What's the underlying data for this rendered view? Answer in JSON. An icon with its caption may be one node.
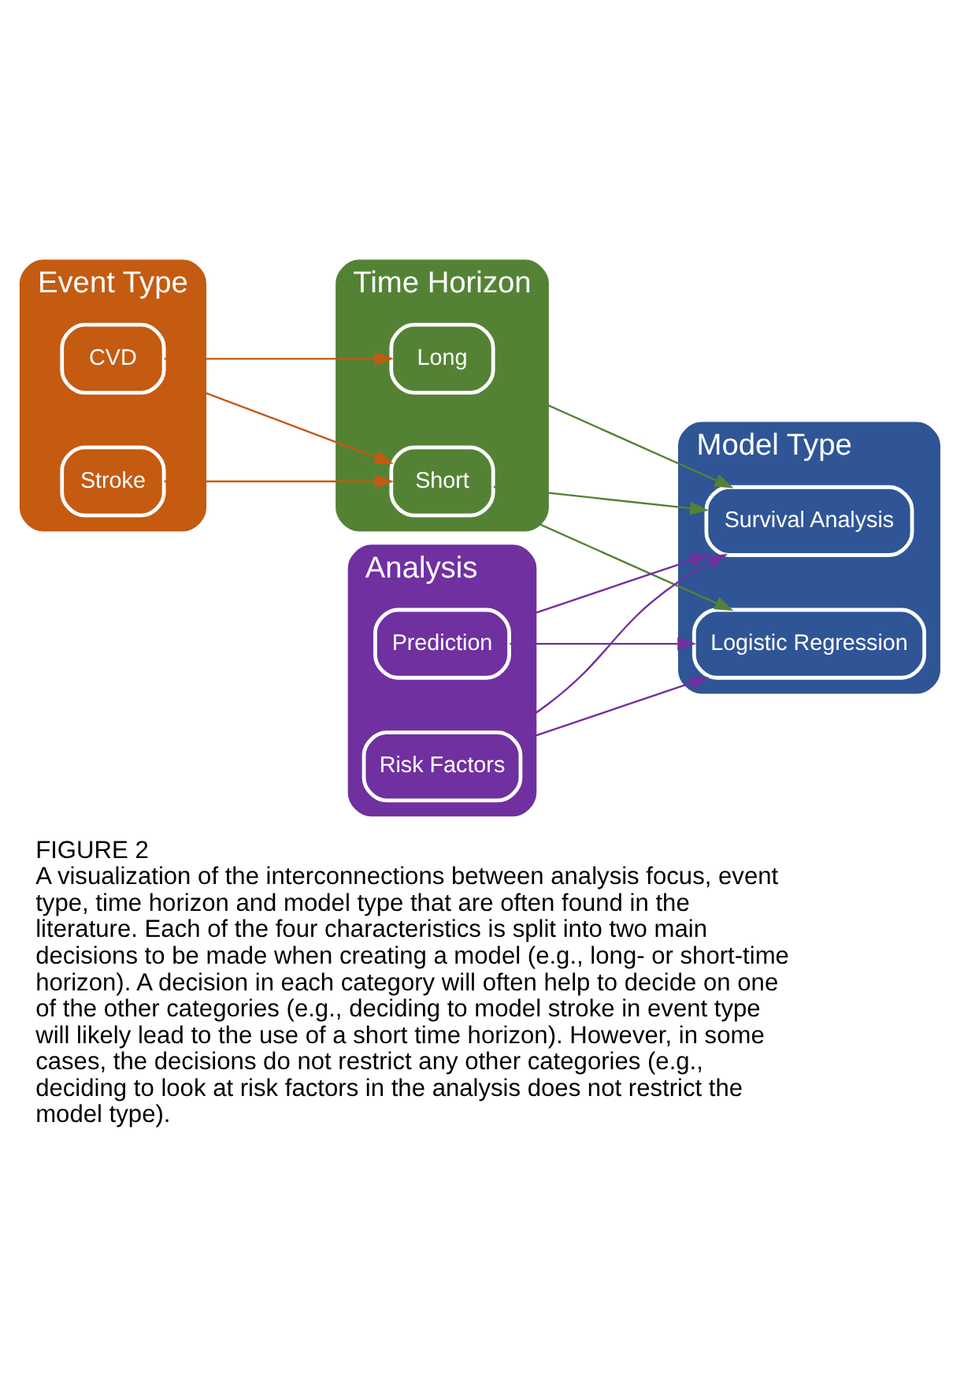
{
  "diagram": {
    "title": "FIGURE 2",
    "caption": "A visualization of the interconnections between analysis focus, event type, time horizon and model type that are often found in the literature. Each of the four characteristics is split into two main decisions to be made when creating a model (e.g., long- or short-time horizon). A decision in each category will often help to decide on one of the other categories (e.g., deciding to model stroke in event type will likely lead to the use of a short time horizon). However, in some cases, the decisions do not restrict any other categories (e.g., deciding to look at risk factors in the analysis does not restrict the model type).",
    "nodes": [
      {
        "text": [
          "Model Type"
        ]
      },
      {
        "text": [
          "Survival Analysis"
        ],
        "in": 0
      },
      {
        "text": [
          "Logistic Regression"
        ],
        "in": 0
      },
      {
        "text": [
          "Time Horizon"
        ]
      },
      {
        "text": [
          "Long"
        ],
        "in": 3
      },
      {
        "text": [
          "Short"
        ],
        "in": 3
      },
      {
        "text": [
          "Event Type"
        ]
      },
      {
        "text": [
          "Stroke"
        ],
        "in": 6
      },
      {
        "text": [
          "CVD"
        ],
        "in": 6
      },
      {
        "text": [
          "Analysis"
        ]
      },
      {
        "text": [
          "Prediction"
        ],
        "in": 9
      },
      {
        "text": [
          "Risk Factors"
        ],
        "in": 9
      }
    ],
    "edges": [
      {
        "from": 5,
        "to": 2,
        "arrow": "to",
        "color": "#548235"
      },
      {
        "from": 5,
        "to": 1,
        "arrow": "to",
        "color": "#548235"
      },
      {
        "from": 4,
        "to": 1,
        "arrow": "to",
        "color": "#548235"
      },
      {
        "from": 11,
        "to": 2,
        "arrow": "to"
      },
      {
        "from": 11,
        "to": 1,
        "arrow": "to"
      },
      {
        "from": 10,
        "to": 2,
        "arrow": "to"
      },
      {
        "from": 10,
        "to": 1,
        "arrow": "to"
      },
      {
        "from": 7,
        "to": 5,
        "arrow": "to",
        "color": "#c55a11"
      },
      {
        "from": 8,
        "to": 4,
        "arrow": "to",
        "color": "#c55a11"
      },
      {
        "from": 8,
        "to": 5,
        "arrow": "to",
        "color": "#c55a11"
      }
    ]
  }
}
